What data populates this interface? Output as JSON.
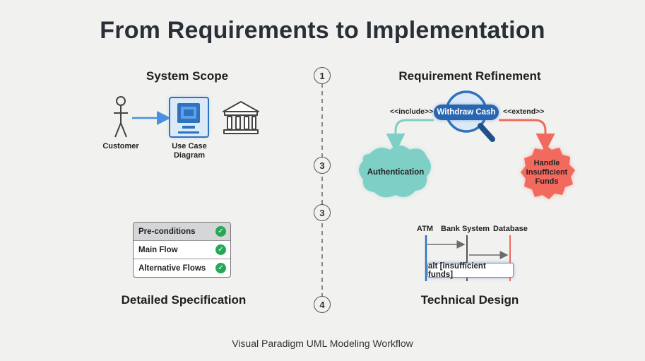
{
  "title": "From Requirements to Implementation",
  "footer": "Visual Paradigm UML Modeling Workflow",
  "colors": {
    "background": "#f1f1ef",
    "teal": "#7ecfc6",
    "red": "#f26a5d",
    "blue": "#2866b1",
    "green_check": "#27a857"
  },
  "timeline": {
    "steps": [
      "1",
      "3",
      "3",
      "4"
    ]
  },
  "system_scope": {
    "title": "System Scope",
    "actor_label": "Customer",
    "diagram_label_line1": "Use Case",
    "diagram_label_line2": "Diagram",
    "icons": [
      "stick-figure-icon",
      "atm-icon",
      "bank-icon"
    ]
  },
  "requirement_refinement": {
    "title": "Requirement Refinement",
    "use_case": "Withdraw Cash",
    "include_label": "<<include>>",
    "extend_label": "<<extend>>",
    "included_case": "Authentication",
    "extended_case_line1": "Handle",
    "extended_case_line2": "Insufficient",
    "extended_case_line3": "Funds"
  },
  "detailed_specification": {
    "title": "Detailed Specification",
    "rows": [
      "Pre-conditions",
      "Main Flow",
      "Alternative Flows"
    ]
  },
  "technical_design": {
    "title": "Technical Design",
    "lifelines": [
      "ATM",
      "Bank System",
      "Database"
    ],
    "fragment": "alt [insufficient funds]"
  }
}
